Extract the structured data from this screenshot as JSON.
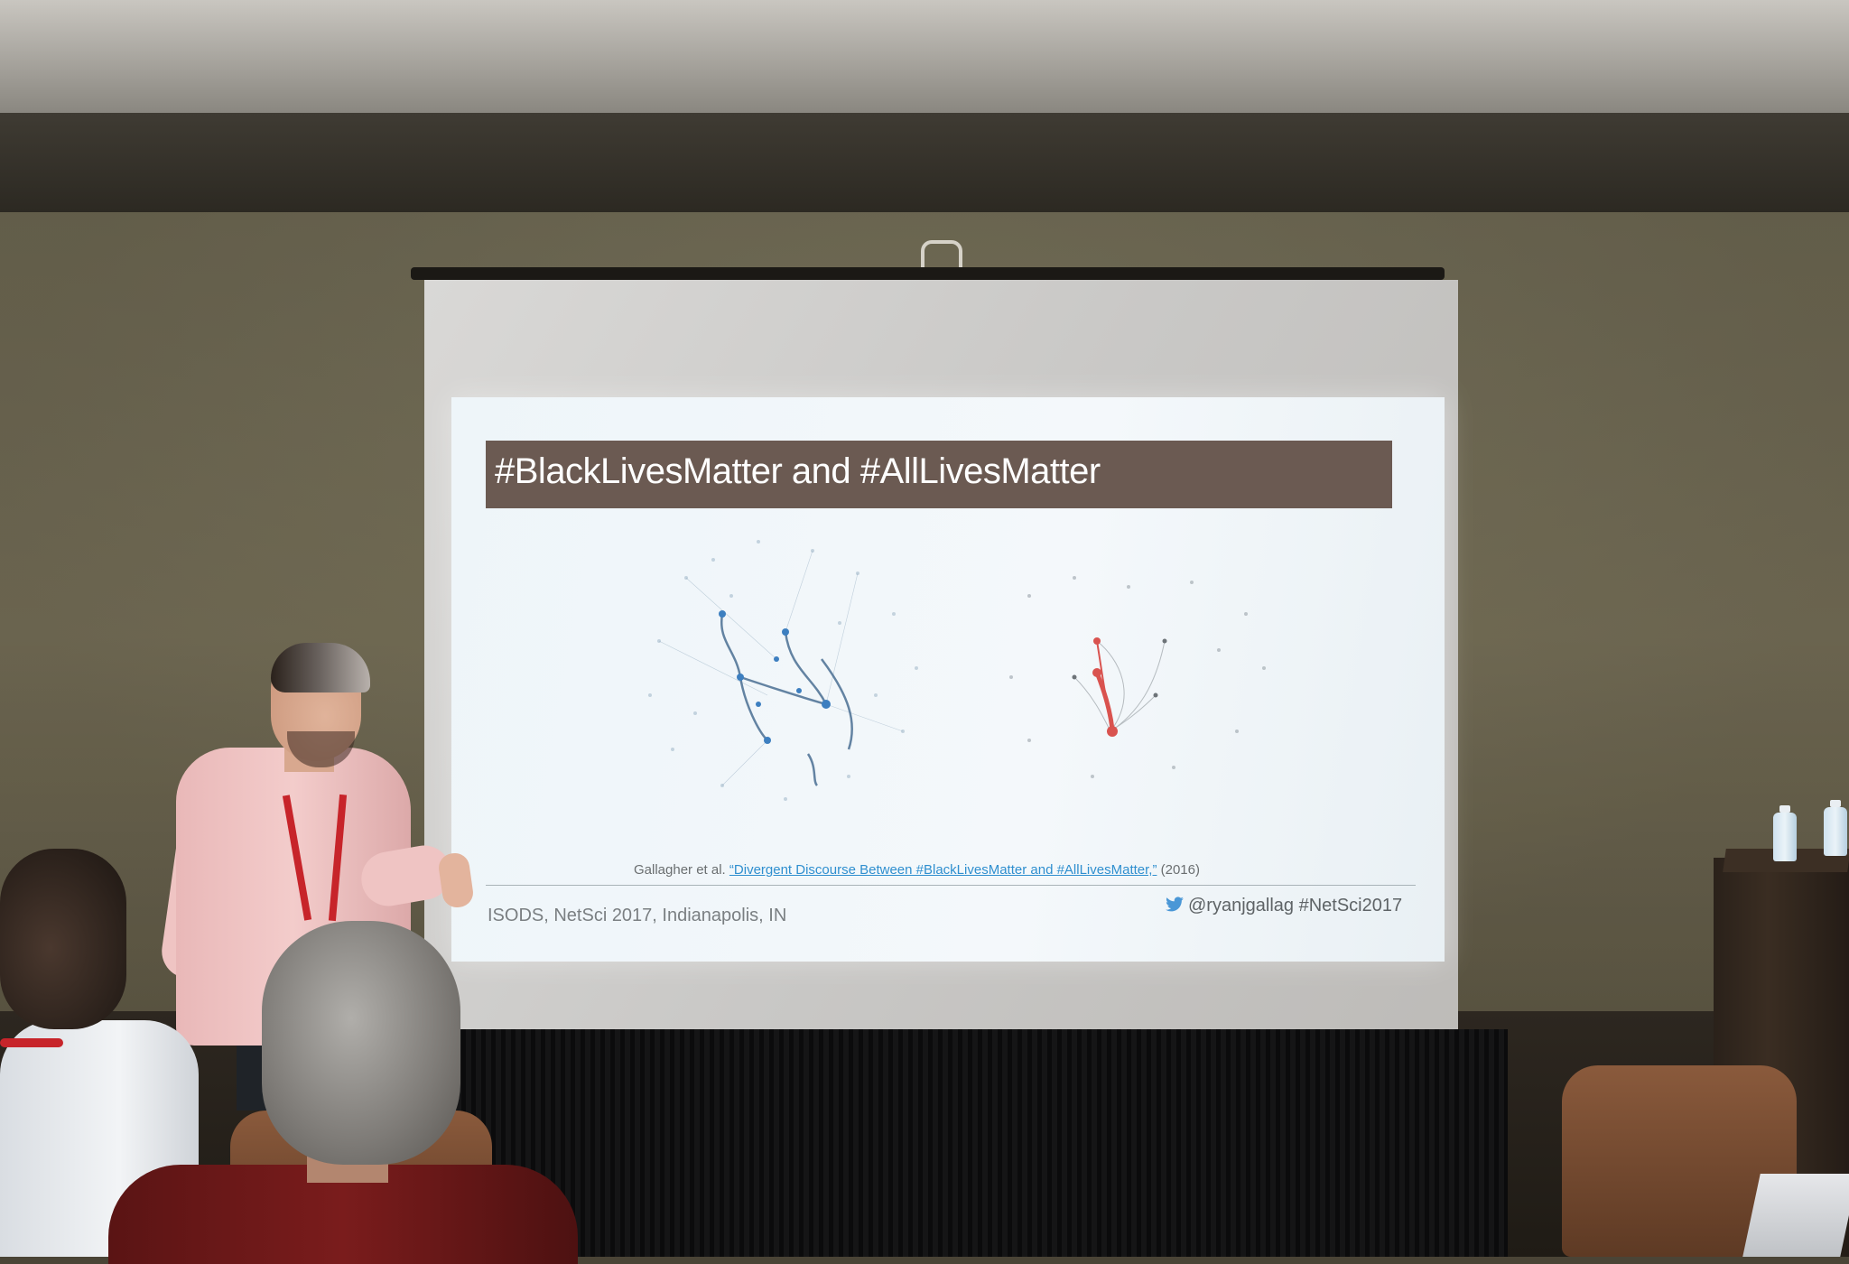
{
  "slide": {
    "title": "#BlackLivesMatter and #AllLivesMatter",
    "citation_prefix": "Gallagher et al. ",
    "citation_link": "“Divergent Discourse Between #BlackLivesMatter and #AllLivesMatter,”",
    "citation_year": " (2016)",
    "footer_left": "ISODS, NetSci 2017, Indianapolis, IN",
    "footer_right": "@ryanjgallag #NetSci2017"
  },
  "colors": {
    "title_bar": "#6b5a52",
    "link": "#2f8fcf",
    "network_blue": "#3d7fc0",
    "network_red": "#d9534f"
  },
  "icons": {
    "footer": "twitter-icon"
  }
}
